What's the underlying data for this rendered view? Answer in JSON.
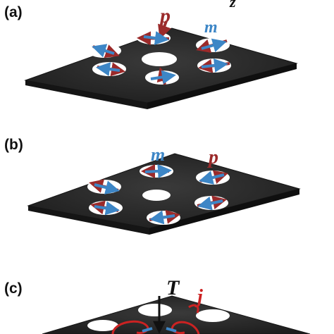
{
  "panels": [
    {
      "id": "a",
      "label": "(a)",
      "symbols": {
        "p": "p",
        "m": "m",
        "corner": "z"
      }
    },
    {
      "id": "b",
      "label": "(b)",
      "symbols": {
        "m": "m",
        "p": "p"
      }
    },
    {
      "id": "c",
      "label": "(c)",
      "symbols": {
        "T": "T",
        "j": "j"
      }
    }
  ],
  "colors": {
    "background": "#ffffff",
    "plate": "#2a2a2a",
    "plate_edge": "#151515",
    "hole": "#ffffff",
    "p_arrow": "#9b2a2a",
    "m_arrow": "#3d86c6",
    "text": "#111111"
  }
}
